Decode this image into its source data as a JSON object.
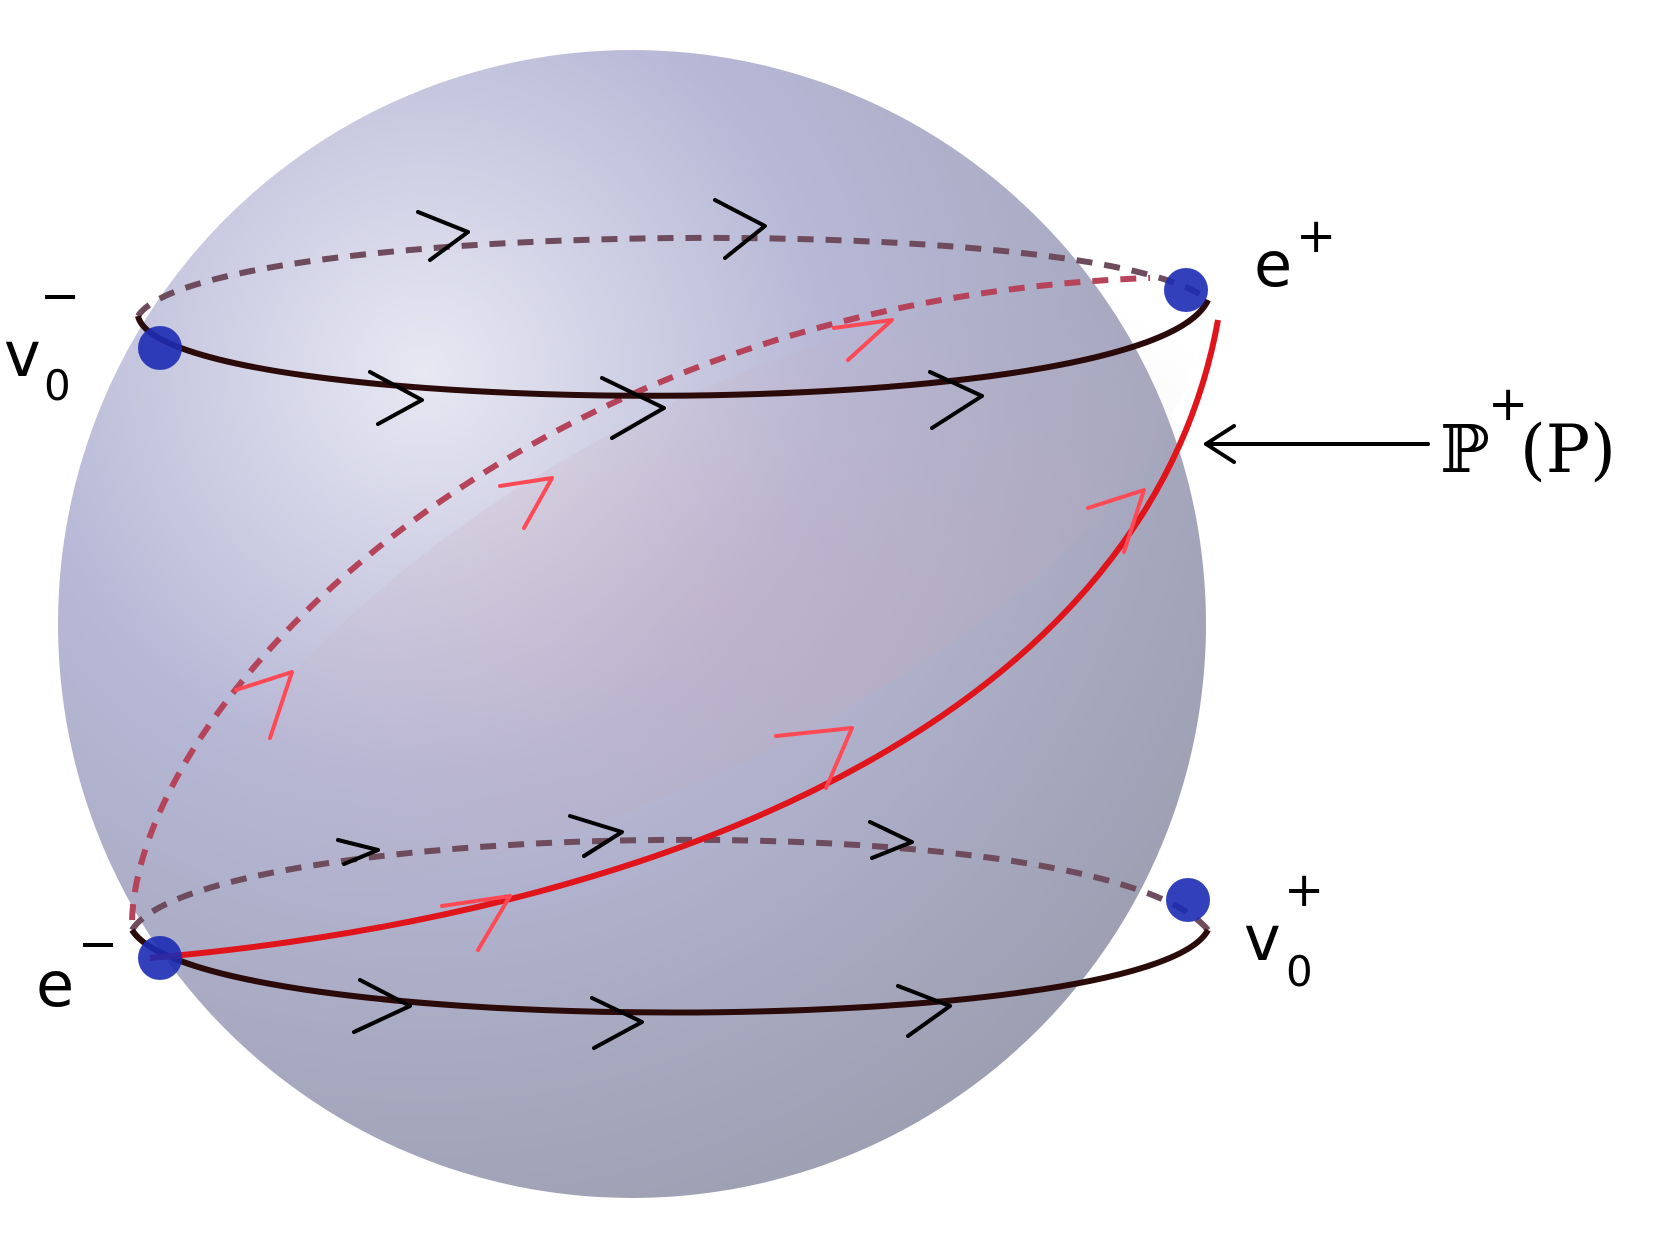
{
  "colors": {
    "sphere_light": "#e8e8f3",
    "sphere_mid": "#b7b8d6",
    "sphere_dark": "#9d9fb2",
    "orbit_black": "#2b0a0a",
    "orbit_red": "#e0141b",
    "orbit_red_dashed": "#b5445a",
    "orbit_black_dashed": "#6e4c5d",
    "arrow_black": "#000000",
    "arrow_red": "#ff4a55",
    "vertex_blue": "#1d2bb4"
  },
  "labels": {
    "v0_minus": {
      "base": "v",
      "sub": "0",
      "sup": "−"
    },
    "e_plus": {
      "base": "e",
      "sup": "+"
    },
    "e_minus": {
      "base": "e",
      "sup": "−"
    },
    "v0_plus": {
      "base": "v",
      "sub": "0",
      "sup": "+"
    },
    "projection": {
      "base": "ℙ",
      "sup": "+",
      "arg": "(P)"
    }
  },
  "elements": {
    "sphere": "sphere",
    "upper_orbit": "closed orbit",
    "lower_orbit": "closed orbit",
    "tilted_orbit": "closed orbit",
    "pointer_arrow": "arrow-pointer",
    "vertices": [
      "v0_minus",
      "e_plus",
      "e_minus",
      "v0_plus"
    ]
  }
}
